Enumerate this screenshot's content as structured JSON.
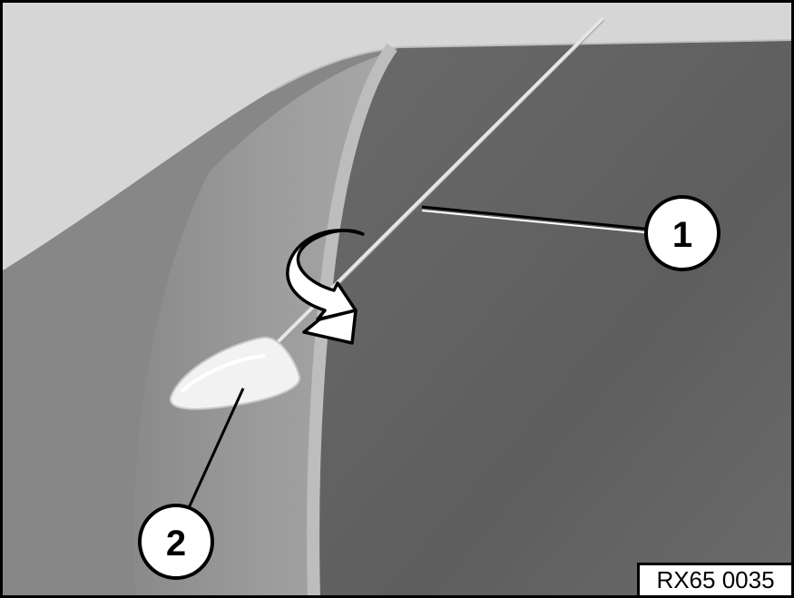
{
  "callouts": {
    "one": "1",
    "two": "2"
  },
  "reference_code": "RX65 0035",
  "colors": {
    "background": "#ffffff",
    "outline": "#000000",
    "glass_light": "#d6d6d6",
    "glass_dark": "#656565",
    "door_outer": "#8c8c8c",
    "window_seal": "#bcbcbc"
  },
  "icons": {
    "rotation_arrow": "curved-rotate-arrow-icon"
  }
}
